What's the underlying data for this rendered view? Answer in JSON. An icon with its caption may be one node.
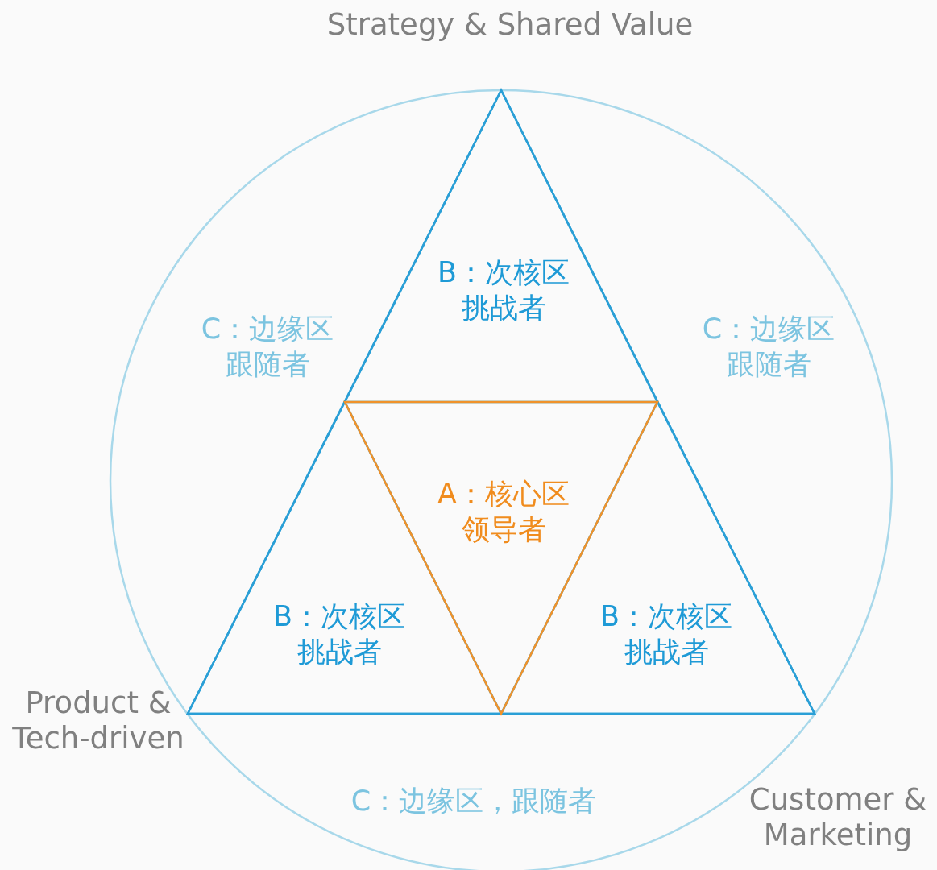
{
  "diagram": {
    "nodes": [
      {
        "text": [
          "C：边缘区跟随者",
          "C：边缘区跟随者",
          "C：边缘区，跟随者"
        ]
      },
      {
        "text": [],
        "shape": "triangle",
        "in": 0
      },
      {
        "text": [
          "B：次核区挑战者"
        ],
        "in": 1
      },
      {
        "text": [
          "A：核心区领导者"
        ],
        "in": 1
      },
      {
        "text": [
          "B：次核区挑战者"
        ],
        "in": 1
      },
      {
        "text": [
          "B：次核区挑战者"
        ],
        "in": 1
      }
    ],
    "labels": [
      "Strategy & Shared Value",
      "Product & Tech-driven",
      "Customer & Marketing"
    ]
  }
}
